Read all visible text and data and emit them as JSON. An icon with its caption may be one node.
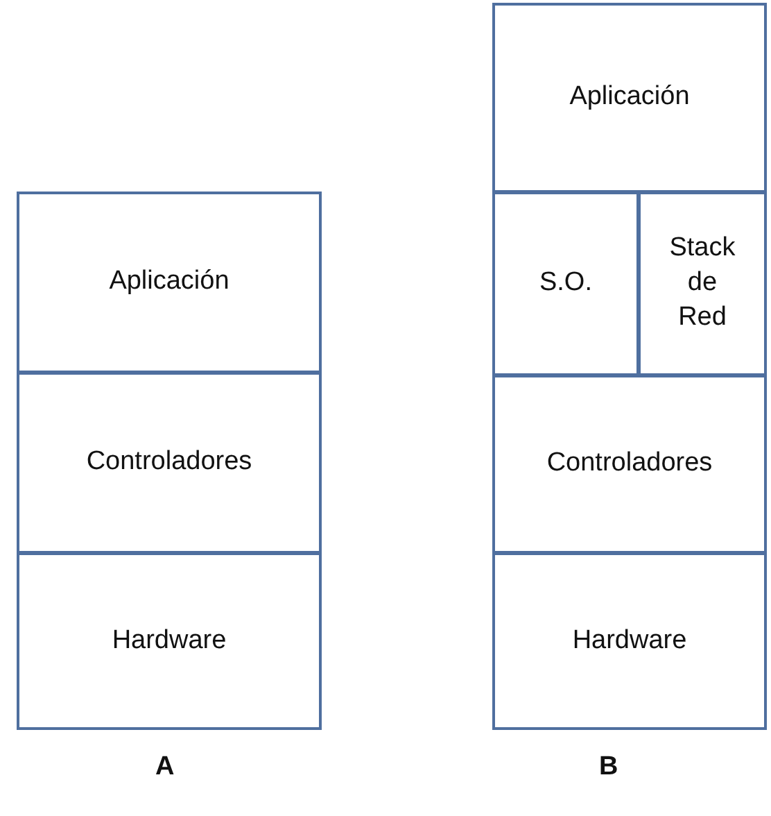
{
  "diagram": {
    "nodes": [
      {
        "text": [
          "Aplicación"
        ]
      },
      {
        "text": [
          "Controladores"
        ]
      },
      {
        "text": [
          "Hardware"
        ]
      },
      {
        "text": [
          "Aplicación"
        ]
      },
      {
        "text": [
          "S.O."
        ]
      },
      {
        "text": [
          "Stack de Red"
        ]
      },
      {
        "text": [
          "Controladores"
        ]
      },
      {
        "text": [
          "Hardware"
        ]
      }
    ],
    "labels": [
      "A",
      "B"
    ]
  }
}
